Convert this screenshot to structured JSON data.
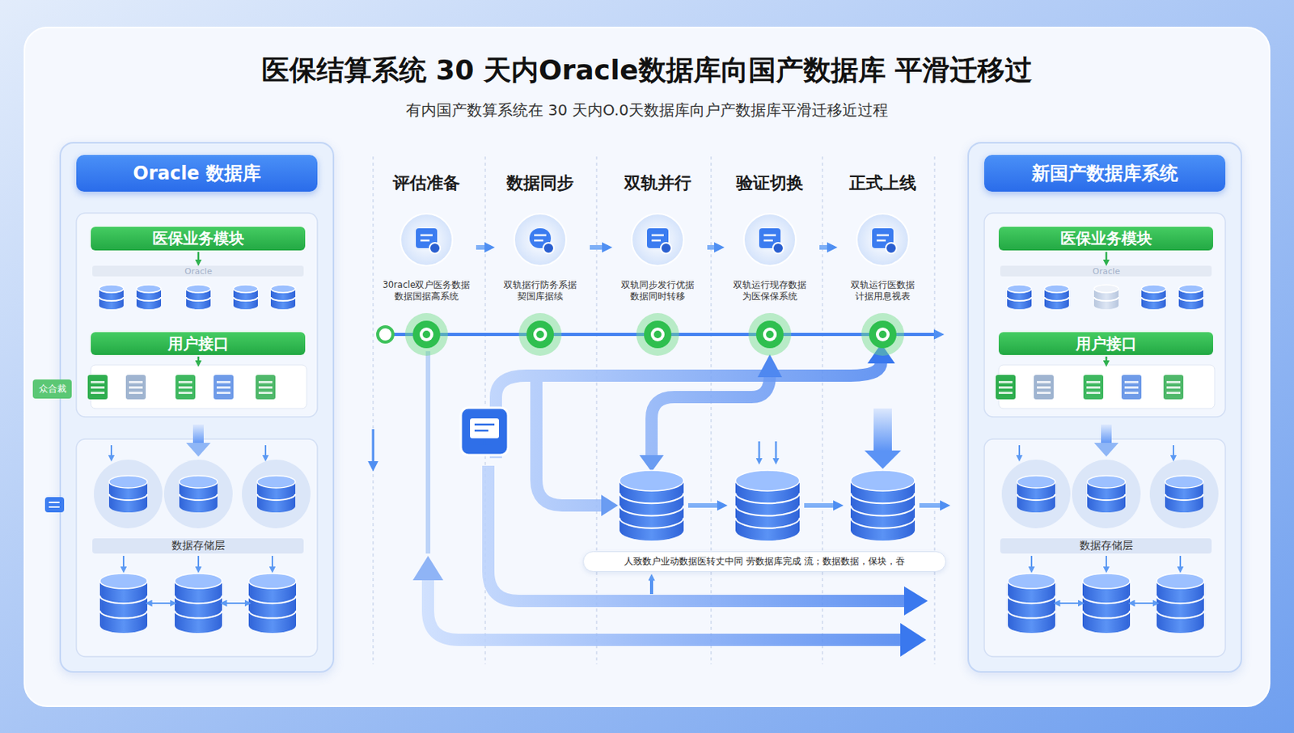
{
  "diagram": {
    "title": "医保结算系统 30 天内Oracle数据库向国产数据库 平滑迁移过",
    "caption": "有内国产数算系统在 30 天内O.0天数据库向户产数据库平滑迁移近过程",
    "nodes": [
      {
        "text": [
          "Oracle 数据库"
        ]
      },
      {
        "text": [
          "医保业务模块"
        ],
        "in": 0
      },
      {
        "text": [
          "用户接口"
        ],
        "in": 0
      },
      {
        "text": [
          "数据存储层"
        ],
        "in": 0
      },
      {
        "text": [
          "评估准备",
          "30racle双户医务数据 数据国据高系统"
        ]
      },
      {
        "text": [
          "数据同步",
          "双轨据行防务系据 契国库据续"
        ]
      },
      {
        "text": [
          "双轨并行",
          "双轨同步发行优据 数据同时转移"
        ]
      },
      {
        "text": [
          "验证切换",
          "双轨运行现存数据 为医保保系统"
        ]
      },
      {
        "text": [
          "正式上线",
          "双轨运行医数据 计据用息视表"
        ]
      },
      {
        "text": [
          "新国产数据库系统"
        ]
      },
      {
        "text": [
          "医保业务模块"
        ],
        "in": 9
      },
      {
        "text": [
          "用户接口"
        ],
        "in": 9
      },
      {
        "text": [
          "数据存储层"
        ],
        "in": 9
      },
      {
        "text": [
          "众合裁"
        ]
      },
      {
        "text": [
          "人致数户业动数据医转丈中同 劳数据库完成 流；数据数据，保块，吞"
        ]
      }
    ],
    "edges": [
      {
        "from": 4,
        "to": 5,
        "arrow": "to"
      },
      {
        "from": 5,
        "to": 6,
        "arrow": "to"
      },
      {
        "from": 6,
        "to": 7,
        "arrow": "to"
      },
      {
        "from": 7,
        "to": 8,
        "arrow": "to"
      }
    ],
    "labels": [
      "Oracle",
      "Oracle"
    ]
  }
}
